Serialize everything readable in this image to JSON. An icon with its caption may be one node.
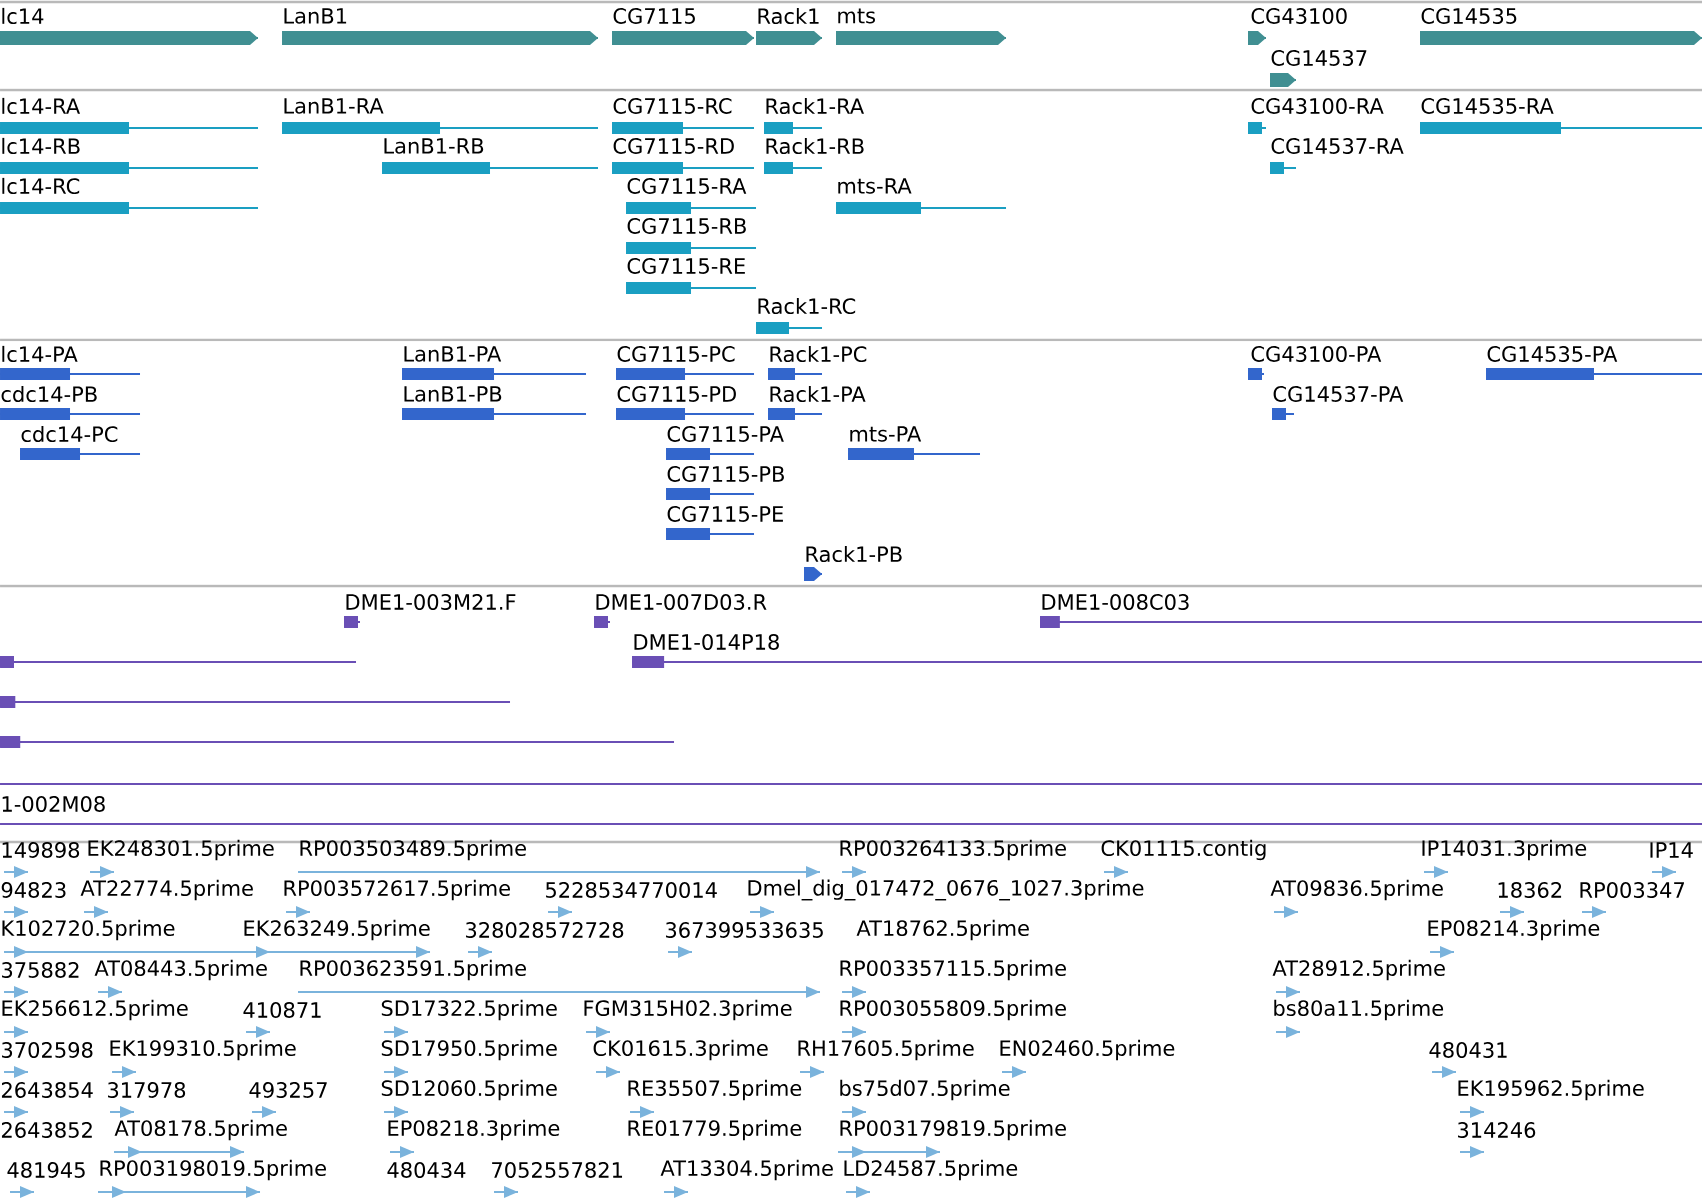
{
  "diagram": {
    "labels": [
      "lc14",
      "LanB1",
      "CG7115",
      "Rack1",
      "mts",
      "CG43100",
      "CG14535",
      "CG14537",
      "lc14-RA",
      "LanB1-RA",
      "CG7115-RC",
      "Rack1-RA",
      "CG43100-RA",
      "CG14535-RA",
      "lc14-RB",
      "LanB1-RB",
      "CG7115-RD",
      "Rack1-RB",
      "CG14537-RA",
      "lc14-RC",
      "CG7115-RA",
      "mts-RA",
      "CG7115-RB",
      "CG7115-RE",
      "Rack1-RC",
      "lc14-PA",
      "LanB1-PA",
      "CG7115-PC",
      "Rack1-PC",
      "CG43100-PA",
      "CG14535-PA",
      "cdc14-PB",
      "LanB1-PB",
      "CG7115-PD",
      "Rack1-PA",
      "CG14537-PA",
      "cdc14-PC",
      "CG7115-PA",
      "mts-PA",
      "CG7115-PB",
      "CG7115-PE",
      "Rack1-PB",
      "DME1-003M21.F",
      "DME1-007D03.R",
      "DME1-008C03",
      "DME1-014P18",
      "1-002M08",
      "149898",
      "EK248301.5prime",
      "RP003503489.5prime",
      "RP003264133.5prime",
      "CK01115.contig",
      "IP14031.3prime",
      "IP14",
      "94823",
      "AT22774.5prime",
      "RP003572617.5prime",
      "5228534770014",
      "Dmel_dig_017472_0676_1027.3prime",
      "AT09836.5prime",
      "18362",
      "RP003347",
      "K102720.5prime",
      "EK263249.5prime",
      "328028572728",
      "367399533635",
      "AT18762.5prime",
      "EP08214.3prime",
      "375882",
      "AT08443.5prime",
      "RP003623591.5prime",
      "RP003357115.5prime",
      "AT28912.5prime",
      "EK256612.5prime",
      "410871",
      "SD17322.5prime",
      "FGM315H02.3prime",
      "RP003055809.5prime",
      "bs80a11.5prime",
      "3702598",
      "EK199310.5prime",
      "SD17950.5prime",
      "CK01615.3prime",
      "RH17605.5prime",
      "EN02460.5prime",
      "480431",
      "2643854",
      "317978",
      "493257",
      "SD12060.5prime",
      "RE35507.5prime",
      "bs75d07.5prime",
      "EK195962.5prime",
      "2643852",
      "AT08178.5prime",
      "EP08218.3prime",
      "RE01779.5prime",
      "RP003179819.5prime",
      "314246",
      "481945",
      "RP003198019.5prime",
      "480434",
      "7052557821",
      "AT13304.5prime",
      "LD24587.5prime"
    ]
  }
}
